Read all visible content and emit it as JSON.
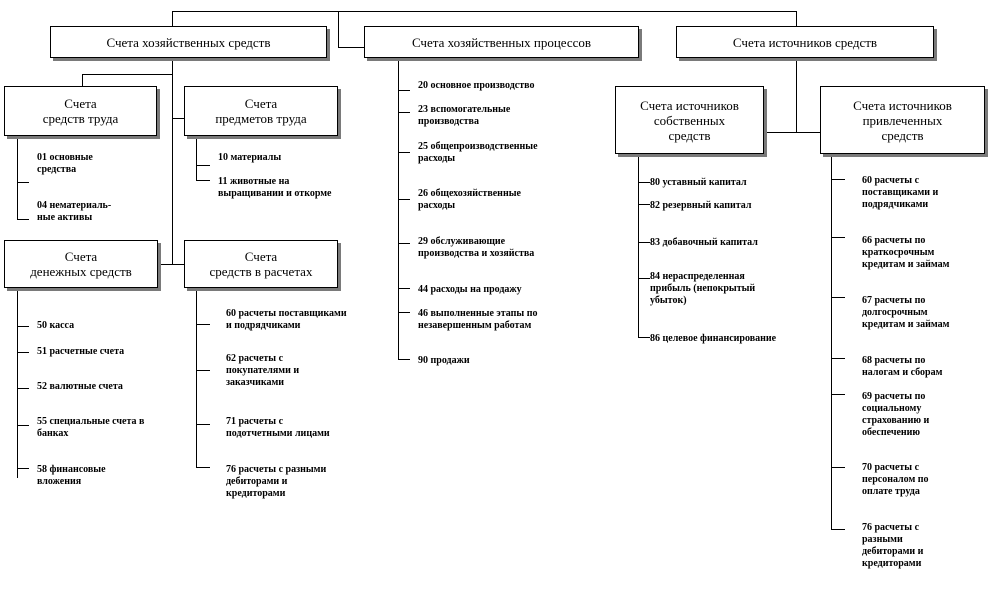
{
  "top_boxes": {
    "assets": "Счета хозяйственных средств",
    "processes": "Счета хозяйственных процессов",
    "sources": "Счета источников средств"
  },
  "sub_boxes": {
    "labor": "Счета\nсредств труда",
    "objects": "Счета\nпредметов труда",
    "money": "Счета\nденежных средств",
    "settlements": "Счета\nсредств в расчетах",
    "own_sources": "Счета источников\nсобственных\nсредств",
    "borrowed_sources": "Счета источников\nпривлеченных\nсредств"
  },
  "labor_items": [
    "01 основные\nсредства",
    "04 нематериаль-\nные активы"
  ],
  "objects_items": [
    "10 материалы",
    "11 животные на\nвыращивании и откорме"
  ],
  "money_items": [
    "50 касса",
    "51 расчетные счета",
    "52 валютные счета",
    "55 специальные счета в\nбанках",
    "58 финансовые\nвложения"
  ],
  "settlements_items": [
    "60 расчеты поставщиками\nи подрядчиками",
    "62 расчеты с\nпокупателями и\nзаказчиками",
    "71 расчеты с\nподотчетными лицами",
    "76 расчеты с разными\nдебиторами и\nкредиторами"
  ],
  "process_items": [
    "20 основное производство",
    "23 вспомогательные\nпроизводства",
    "25 общепроизводственные\nрасходы",
    "26 общехозяйственные\nрасходы",
    "29 обслуживающие\nпроизводства и хозяйства",
    "44 расходы на продажу",
    "46 выполненные этапы по\nнезавершенным работам",
    "90 продажи"
  ],
  "own_items": [
    "80 уставный капитал",
    "82 резервный капитал",
    "83 добавочный капитал",
    "84 нераспределенная\nприбыль (непокрытый\nубыток)",
    "86 целевое финансирование"
  ],
  "borrowed_items": [
    "60 расчеты с\nпоставщиками и\nподрядчиками",
    "66 расчеты по\nкраткосрочным\nкредитам и займам",
    "67 расчеты по\nдолгосрочным\nкредитам и займам",
    "68 расчеты по\nналогам и сборам",
    "69 расчеты по\nсоциальному\nстрахованию и\nобеспечению",
    "70 расчеты с\nперсоналом по\nоплате труда",
    "76 расчеты с\nразными\nдебиторами и\nкредиторами"
  ]
}
